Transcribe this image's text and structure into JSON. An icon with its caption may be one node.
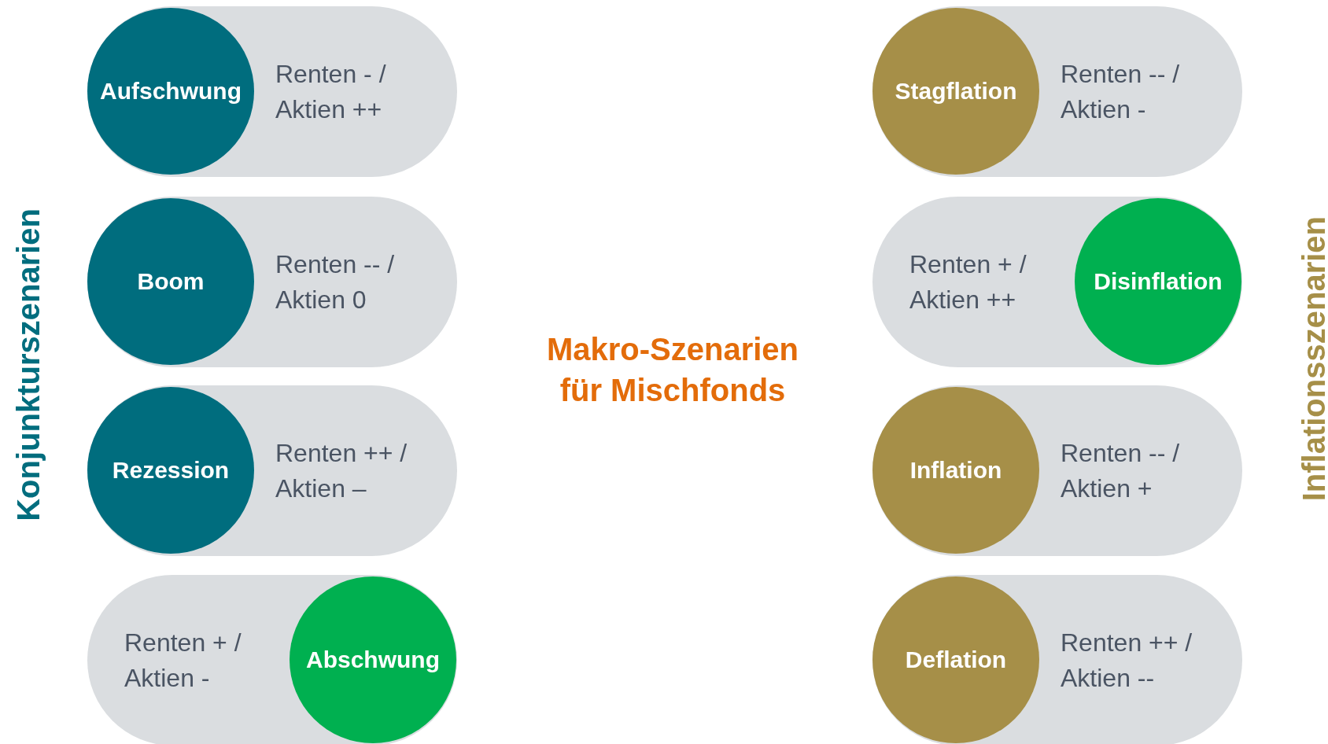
{
  "diagram": {
    "title": "Makro-Szenarien für Mischfonds",
    "nodes": [
      {
        "text": [
          "Renten - / Aktien ++"
        ]
      },
      {
        "text": [
          "Aufschwung"
        ],
        "in": 0
      },
      {
        "text": [
          "Renten -- / Aktien 0"
        ]
      },
      {
        "text": [
          "Boom"
        ],
        "in": 2
      },
      {
        "text": [
          "Renten ++ / Aktien –"
        ]
      },
      {
        "text": [
          "Rezession"
        ],
        "in": 4
      },
      {
        "text": [
          "Renten + / Aktien -"
        ]
      },
      {
        "text": [
          "Abschwung"
        ],
        "in": 6
      },
      {
        "text": [
          "Renten -- / Aktien -"
        ]
      },
      {
        "text": [
          "Stagflation"
        ],
        "in": 8
      },
      {
        "text": [
          "Renten + / Aktien ++"
        ]
      },
      {
        "text": [
          "Disinflation"
        ],
        "in": 10
      },
      {
        "text": [
          "Renten -- / Aktien +"
        ]
      },
      {
        "text": [
          "Inflation"
        ],
        "in": 12
      },
      {
        "text": [
          "Renten ++ / Aktien --"
        ]
      },
      {
        "text": [
          "Deflation"
        ],
        "in": 14
      }
    ],
    "labels": [
      "Konjunkturszenarien",
      "Inflationsszenarien"
    ]
  }
}
